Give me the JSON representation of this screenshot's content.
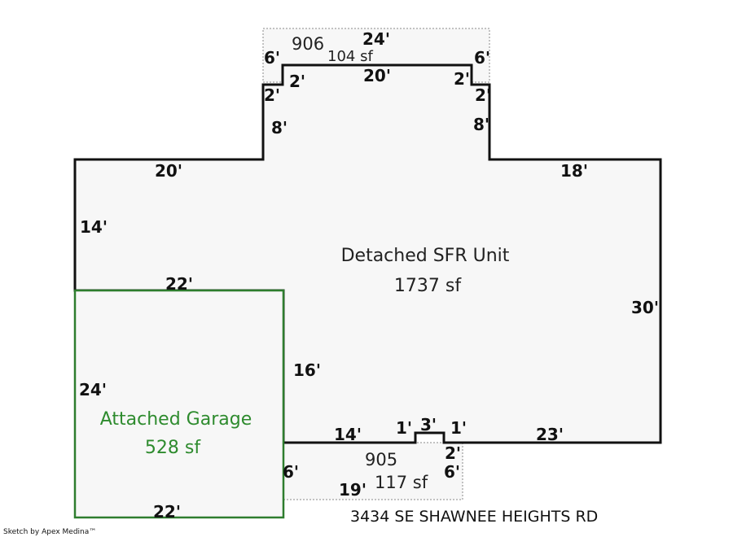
{
  "main_unit": {
    "name": "Detached SFR Unit",
    "area": "1737 sf"
  },
  "garage": {
    "name": "Attached Garage",
    "area": "528 sf"
  },
  "porch_top": {
    "id": "906",
    "area": "104 sf"
  },
  "porch_bottom": {
    "id": "905",
    "area": "117 sf"
  },
  "dimensions": {
    "top_24": "24'",
    "top_6_left": "6'",
    "top_6_right": "6'",
    "top_20": "20'",
    "top_2_a": "2'",
    "top_2_b": "2'",
    "top_2_c": "2'",
    "top_2_d": "2'",
    "top_8_left": "8'",
    "top_8_right": "8'",
    "left_20": "20'",
    "right_18": "18'",
    "left_14": "14'",
    "garage_top_22": "22'",
    "right_30": "30'",
    "mid_16": "16'",
    "garage_left_24": "24'",
    "bottom_14": "14'",
    "bottom_1_left": "1'",
    "bottom_3": "3'",
    "bottom_1_right": "1'",
    "bottom_23": "23'",
    "bottom_2": "2'",
    "bottom_6_right": "6'",
    "bottom_6_left": "6'",
    "bottom_19": "19'",
    "garage_bottom_22": "22'"
  },
  "address": "3434 SE SHAWNEE HEIGHTS RD",
  "credit": "Sketch by Apex Medina™",
  "colors": {
    "outline": "#111111",
    "garage_outline": "#2e7d2e",
    "fill": "#f7f7f7",
    "dashed": "#888888"
  }
}
